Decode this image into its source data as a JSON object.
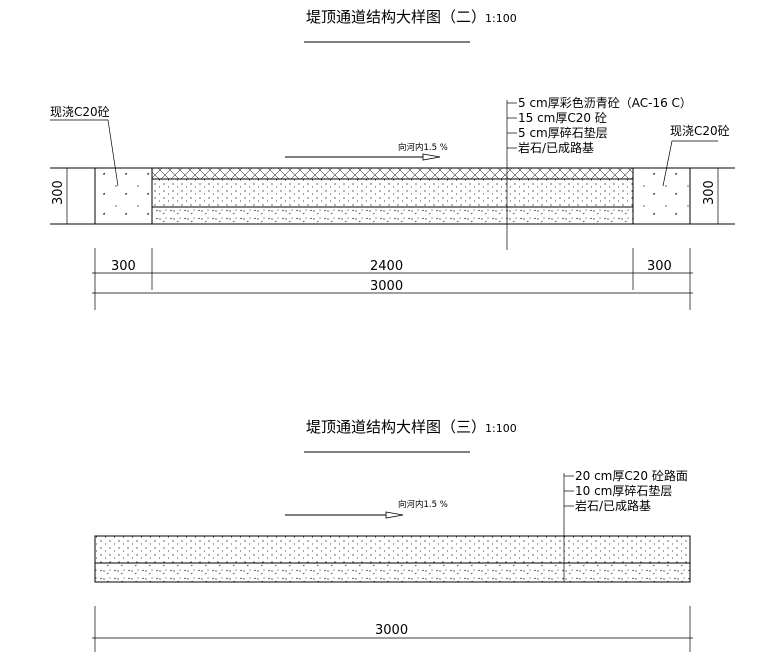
{
  "section2": {
    "title": "堤顶通道结构大样图（二）",
    "scale": "1:100",
    "left_label": "现浇C20砼",
    "right_label": "现浇C20砼",
    "slope": "向河内1.5 %",
    "layers": [
      "5 cm厚彩色沥青砼（AC-16 C）",
      "15 cm厚C20 砼",
      "5 cm厚碎石垫层",
      "岩石/已成路基"
    ],
    "height_left": "300",
    "height_right": "300",
    "dims": [
      "300",
      "2400",
      "300"
    ],
    "total": "3000"
  },
  "section3": {
    "title": "堤顶通道结构大样图（三）",
    "scale": "1:100",
    "slope": "向河内1.5 %",
    "layers": [
      "20 cm厚C20 砼路面",
      "10 cm厚碎石垫层",
      "岩石/已成路基"
    ],
    "total": "3000"
  }
}
